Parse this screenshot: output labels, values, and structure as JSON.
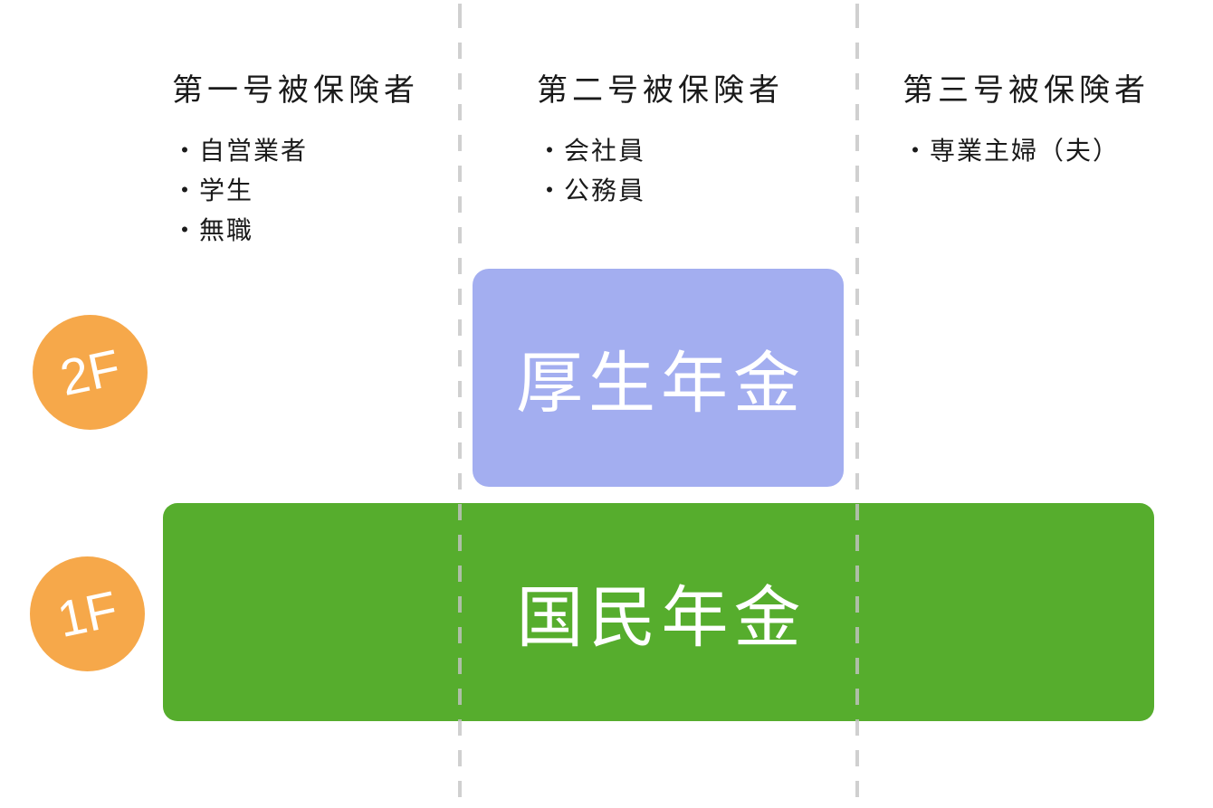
{
  "columns": [
    {
      "header": "第一号被保険者",
      "items": [
        "・自営業者",
        "・学生",
        "・無職"
      ]
    },
    {
      "header": "第二号被保険者",
      "items": [
        "・会社員",
        "・公務員"
      ]
    },
    {
      "header": "第三号被保険者",
      "items": [
        "・専業主婦（夫）"
      ]
    }
  ],
  "floors": {
    "second": {
      "badge": "2F",
      "box_label": "厚生年金"
    },
    "first": {
      "badge": "1F",
      "box_label": "国民年金"
    }
  },
  "colors": {
    "kosei_box": "#a3aef0",
    "kokumin_box": "#56ad2d",
    "floor_badge": "#f6a84a",
    "divider": "#c4c4c4",
    "text": "#1a1a1a",
    "box_text": "#ffffff"
  }
}
